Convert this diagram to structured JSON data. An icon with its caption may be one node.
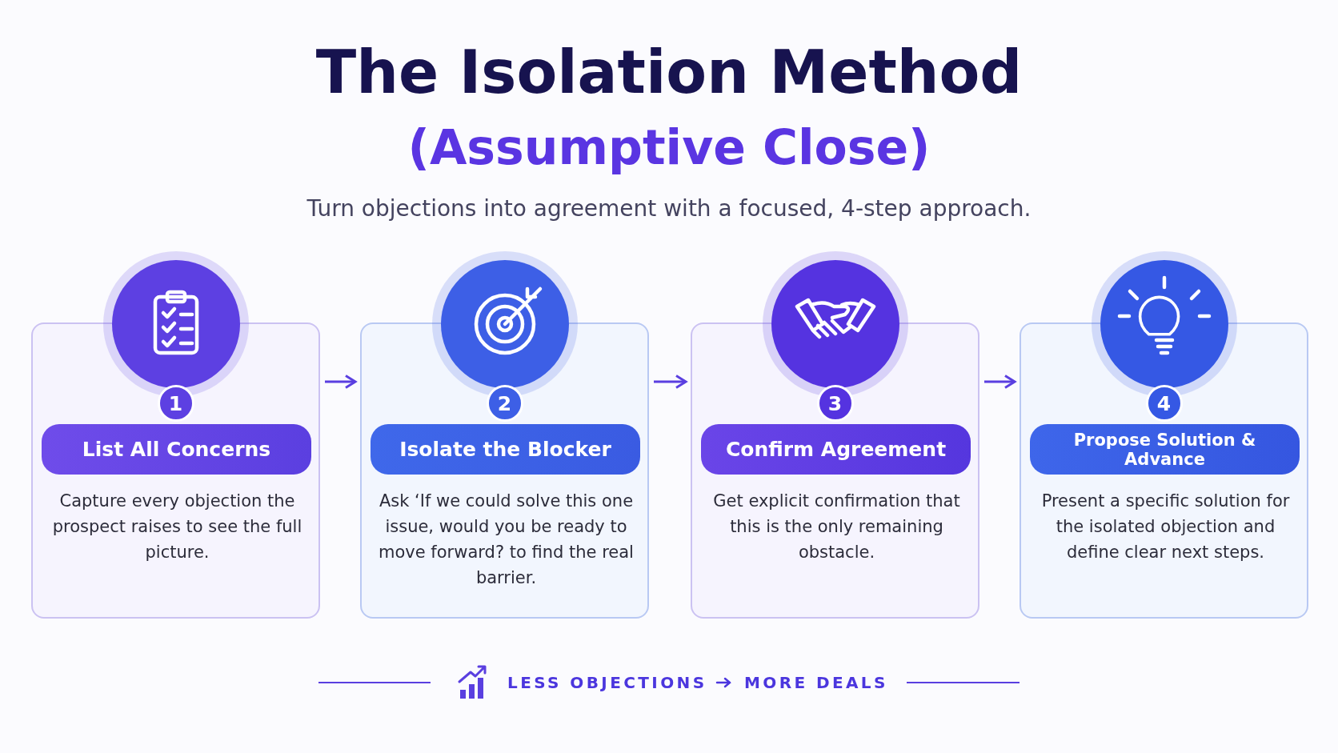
{
  "diagram": {
    "title": "The Isolation Method",
    "caption": "Turn objections into agreement with a focused, 4-step approach.",
    "nodes": [
      {
        "text": [
          "Capture every objection the prospect raises to see the full picture."
        ]
      },
      {
        "text": [
          "1"
        ],
        "in": 0
      },
      {
        "text": [
          "List All Concerns"
        ],
        "in": 0
      },
      {
        "text": [
          "Ask ‘If we could solve this one issue, would you be ready to move forward? to find the real barrier."
        ]
      },
      {
        "text": [
          "2"
        ],
        "in": 3
      },
      {
        "text": [
          "Isolate the Blocker"
        ],
        "in": 3
      },
      {
        "text": [
          "Get explicit confirmation that this is the only remaining obstacle."
        ]
      },
      {
        "text": [
          "3"
        ],
        "in": 6
      },
      {
        "text": [
          "Confirm Agreement"
        ],
        "in": 6
      },
      {
        "text": [
          "Present a specific solution for the isolated objection and define clear next steps."
        ]
      },
      {
        "text": [
          "4"
        ],
        "in": 9
      },
      {
        "text": [
          "Propose Solution & Advance"
        ],
        "in": 9
      }
    ],
    "edges": [
      {
        "from": 0,
        "to": 3,
        "arrow": "to"
      },
      {
        "from": 3,
        "to": 6,
        "arrow": "to"
      },
      {
        "from": 6,
        "to": 9,
        "arrow": "to"
      }
    ],
    "labels": [
      "(Assumptive Close)",
      "LESS OBJECTIONS",
      "MORE DEALS"
    ]
  }
}
